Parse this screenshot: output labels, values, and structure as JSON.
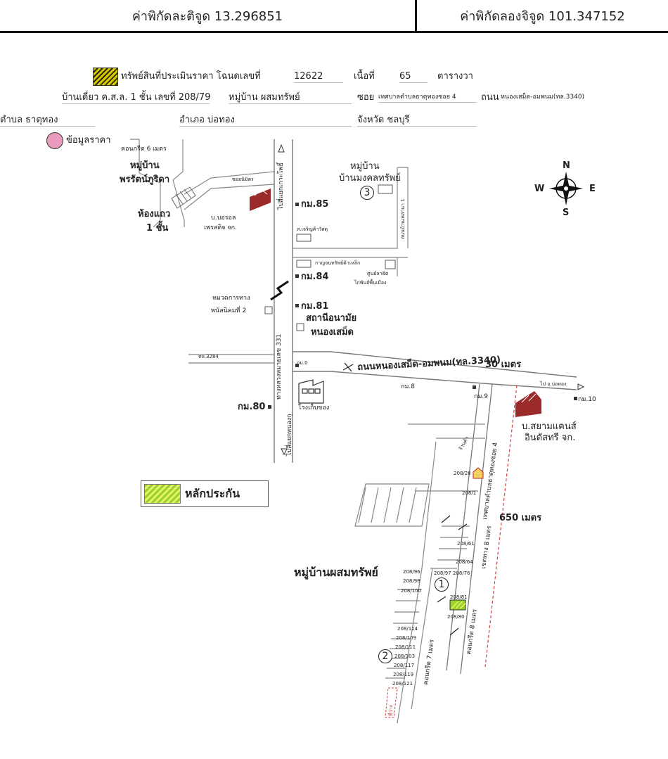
{
  "coordinates": {
    "latitude_label": "ค่าพิกัดละติจูด 13.296851",
    "longitude_label": "ค่าพิกัดลองจิจูด 101.347152"
  },
  "property_info": {
    "asset_label": "ทรัพย์สินที่ประเมินราคา โฉนดเลขที่",
    "deed_no": "12622",
    "area_label": "เนื้อที่",
    "area_value": "65",
    "area_unit": "ตารางวา",
    "house_label": "บ้านเดี่ยว ค.ส.ล. 1 ชั้น เลขที่ 208/79",
    "village_label": "หมู่บ้าน ผสมทรัพย์",
    "soi_label": "ซอย",
    "soi_value": "เทศบาลตำบลธาตุทองซอย 4",
    "road_label": "ถนน",
    "road_value": "หนองเสม็ด-อมพนม(ทล.3340)",
    "subdistrict_label": "ตำบล ธาตุทอง",
    "district_label": "อำเภอ บ่อทอง",
    "province_label": "จังหวัด ชลบุรี",
    "price_info_label": "ข้อมูลราคา"
  },
  "compass": {
    "n": "N",
    "s": "S",
    "e": "E",
    "w": "W"
  },
  "legend": {
    "collateral_label": "หลักประกัน"
  },
  "colors": {
    "collateral_fill": "#9bd22a",
    "asset_fill": "#d8c800",
    "price_dot": "#e89bbd",
    "factory_roof": "#9b2b2b",
    "boundary_dash": "#d04040"
  },
  "map_labels": {
    "concrete_6m": "คอนกรีต 6 เมตร",
    "village_pornrat_1": "หมู่บ้าน",
    "village_pornrat_2": "พรรัตน์ภูริดา",
    "row_house_1": "ห้องแถว",
    "row_house_2": "1 ชั้น",
    "soi_nimkhit": "ซอยนิมิตร",
    "co_boonchai_1": "บ.บอรอล",
    "co_boonchai_2": "เพรสติจ จก.",
    "km85": "กม.85",
    "to_koh_phai": "ไปสี่แยกเกาะโพธิ์",
    "village_mongkol_1": "หมู่บ้าน",
    "village_mongkol_2": "บ้านมงคลทรัพย์",
    "road_ban_lao": "ถนนบ้านเหล่านา 1",
    "charoen_wattu": "ส.เจริญค้าวัสดุ",
    "kanjana_steel": "กาญจนทรัพย์ค้าเหล็ก",
    "seed_center_1": "ศูนย์ลาธิต",
    "seed_center_2": "ไก่พันธ์พื้นเมือง",
    "km84": "กม.84",
    "highway_unit_1": "หมวดการทาง",
    "highway_unit_2": "พนัสนิคมที่ 2",
    "km81": "กม.81",
    "health_station_1": "สถานีอนามัย",
    "health_station_2": "หนองเสม็ด",
    "highway_331": "ทางหลวงหมายเลข 331",
    "road_3284": "ทล.3284",
    "km0": "กม.0",
    "main_road": "ถนนหนองเสม็ด-อมพนม(ทล.3340)",
    "road_width": "30 เมตร",
    "km8": "กม.8",
    "km9": "กม.9",
    "km10": "กม.10",
    "to_bothong": "ไป อ.บ่อทอง",
    "km80": "กม.80",
    "warehouse": "โรงเก็บของ",
    "to_nong_kok": "ไปสี่แยกหนองกุ",
    "siam_1": "บ.สยามแคนส์",
    "siam_2": "อินดัสทรี จก.",
    "shop": "ร้านค้า",
    "soi4_road": "เทศบาลตำบลธาตุทองซอย 4",
    "distance_650": "650 เมตร",
    "village_pasom": "หมู่บ้านผสมทรัพย์",
    "concrete_8m": "คอนกรีต 8 เมตร",
    "concrete_7m": "คอนกรีต 7 เมตร",
    "inner_8m": "เขตทาง 8 เมตร",
    "land_empty": "ที่ว่าง",
    "n1": "1",
    "n2": "2",
    "n3": "3",
    "p208_28": "208/28",
    "p208_1": "208/1",
    "p208_61": "208/61",
    "p208_64": "208/64",
    "p208_96": "208/96",
    "p208_98": "208/98",
    "p208_97": "208/97",
    "p208_76": "208/76",
    "p208_100": "208/100",
    "p208_81": "208/81",
    "p208_80": "208/80",
    "p208_114": "208/114",
    "p208_109": "208/109",
    "p208_111": "208/111",
    "p208_103": "208/103",
    "p208_117": "208/117",
    "p208_119": "208/119",
    "p208_121": "208/121"
  }
}
